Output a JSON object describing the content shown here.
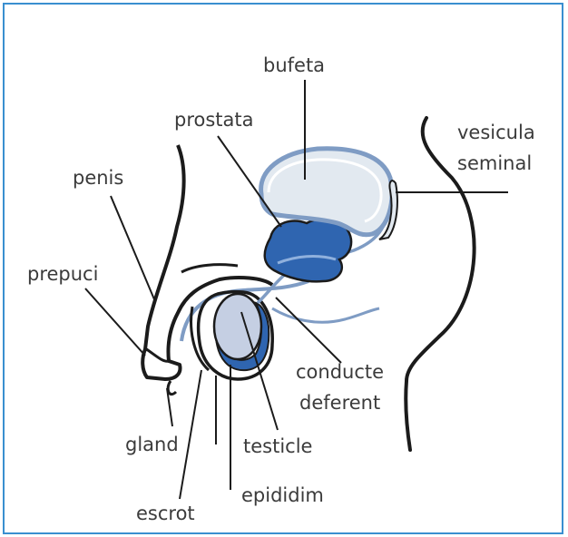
{
  "labels": {
    "bufeta": "bufeta",
    "prostata": "prostata",
    "vesicula_line1": "vesicula",
    "vesicula_line2": "seminal",
    "penis": "penis",
    "prepuci": "prepuci",
    "conducte_line1": "conducte",
    "conducte_line2": "deferent",
    "gland": "gland",
    "testicle": "testicle",
    "escrot": "escrot",
    "epididim": "epididim"
  },
  "colors": {
    "frame": "#3a8fd0",
    "outline": "#1b1b1b",
    "bladder_fill": "#e2e9f0",
    "organ_blue": "#2f65b0",
    "testicle_fill": "#c5cfe3",
    "duct": "#7f9cc4",
    "label_text": "#3b3b3b"
  }
}
